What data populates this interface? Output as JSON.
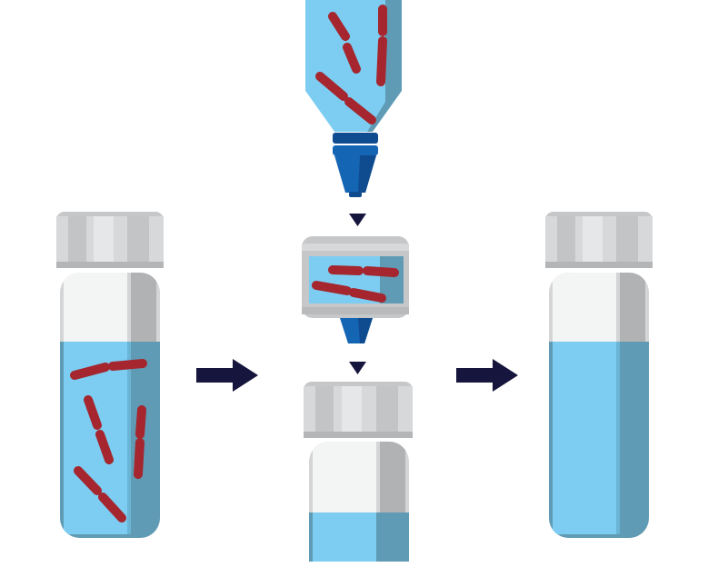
{
  "colors": {
    "background": "#ffffff",
    "cap_light": "#dadcde",
    "cap_mid": "#c5c7c9",
    "cap_dark": "#b3b5b7",
    "glass_white": "#f3f4f4",
    "glass_gray": "#d4d5d6",
    "glass_shadow": "#b0b2b4",
    "liquid": "#7ccdf1",
    "liquid_shadow": "#5f9bb4",
    "bacteria": "#a5262e",
    "tip_blue": "#1565b5",
    "tip_dark": "#0f4c8f",
    "arrow": "#15153d"
  },
  "icons": {
    "flow_arrow": "right-arrow-icon",
    "drop_arrow": "down-triangle-icon"
  },
  "components": [
    "contaminated-vial",
    "dropper-bottle",
    "syringe-filter",
    "receiving-vial",
    "filtered-vial"
  ]
}
